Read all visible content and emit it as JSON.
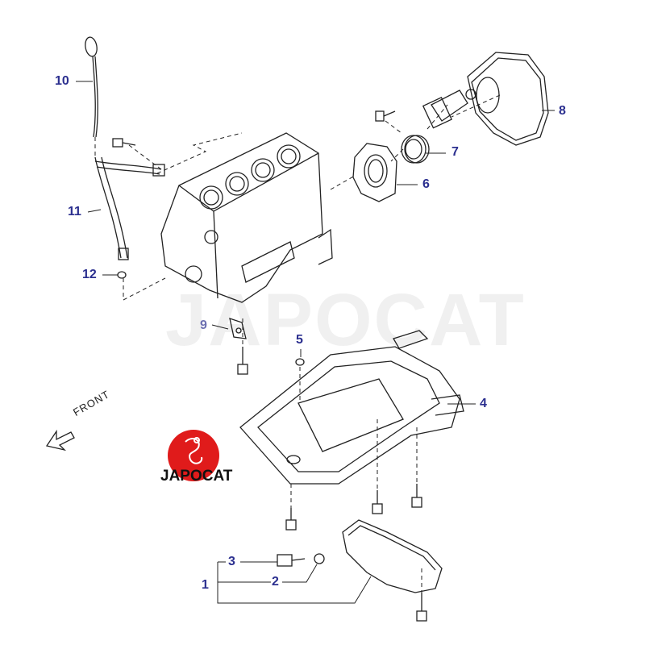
{
  "watermark": "JAPOCAT",
  "logo": {
    "text": "JAPOCAT",
    "color": "#e01b1b"
  },
  "direction_label": "FRONT",
  "callouts": {
    "p1": "1",
    "p2": "2",
    "p3": "3",
    "p4": "4",
    "p5": "5",
    "p6": "6",
    "p7": "7",
    "p8": "8",
    "p9": "9",
    "p10": "10",
    "p11": "11",
    "p12": "12"
  },
  "colors": {
    "callout": "#2b2f8f",
    "line": "#222222"
  }
}
